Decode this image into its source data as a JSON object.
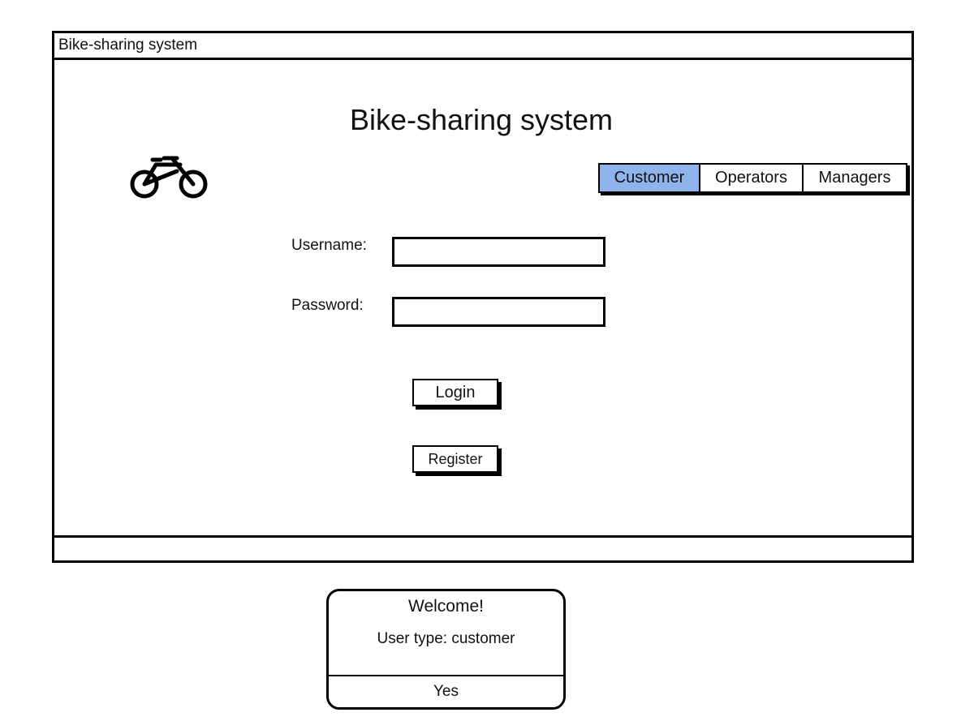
{
  "window": {
    "title": "Bike-sharing system"
  },
  "main": {
    "heading": "Bike-sharing system",
    "logo_icon": "bicycle-icon"
  },
  "tabs": [
    {
      "label": "Customer",
      "active": true
    },
    {
      "label": "Operators",
      "active": false
    },
    {
      "label": "Managers",
      "active": false
    }
  ],
  "form": {
    "username_label": "Username:",
    "username_value": "",
    "password_label": "Password:",
    "password_value": "",
    "login_label": "Login",
    "register_label": "Register"
  },
  "dialog": {
    "title": "Welcome!",
    "message": "User type: customer",
    "confirm_label": "Yes"
  },
  "colors": {
    "active_tab": "#8fb3ec",
    "border": "#000000"
  }
}
